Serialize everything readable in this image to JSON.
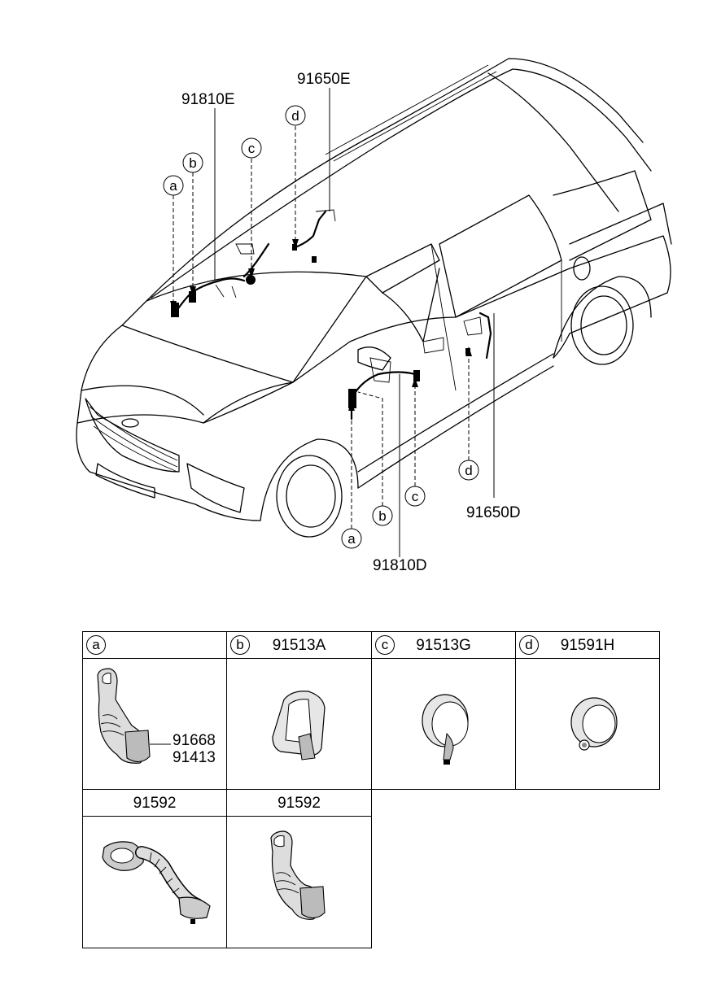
{
  "diagram": {
    "part_labels": {
      "p91810E": "91810E",
      "p91650E": "91650E",
      "p91650D": "91650D",
      "p91810D": "91810D"
    },
    "callouts": {
      "top_a": "a",
      "top_b": "b",
      "top_c": "c",
      "top_d": "d",
      "bot_a": "a",
      "bot_b": "b",
      "bot_c": "c",
      "bot_d": "d"
    }
  },
  "table": {
    "cells": [
      {
        "ref": "a",
        "part_number": "",
        "parts": [
          "91668",
          "91413"
        ]
      },
      {
        "ref": "b",
        "part_number": "91513A"
      },
      {
        "ref": "c",
        "part_number": "91513G"
      },
      {
        "ref": "d",
        "part_number": "91591H"
      },
      {
        "ref": "",
        "part_number": "91592"
      },
      {
        "ref": "",
        "part_number": "91592"
      }
    ]
  }
}
